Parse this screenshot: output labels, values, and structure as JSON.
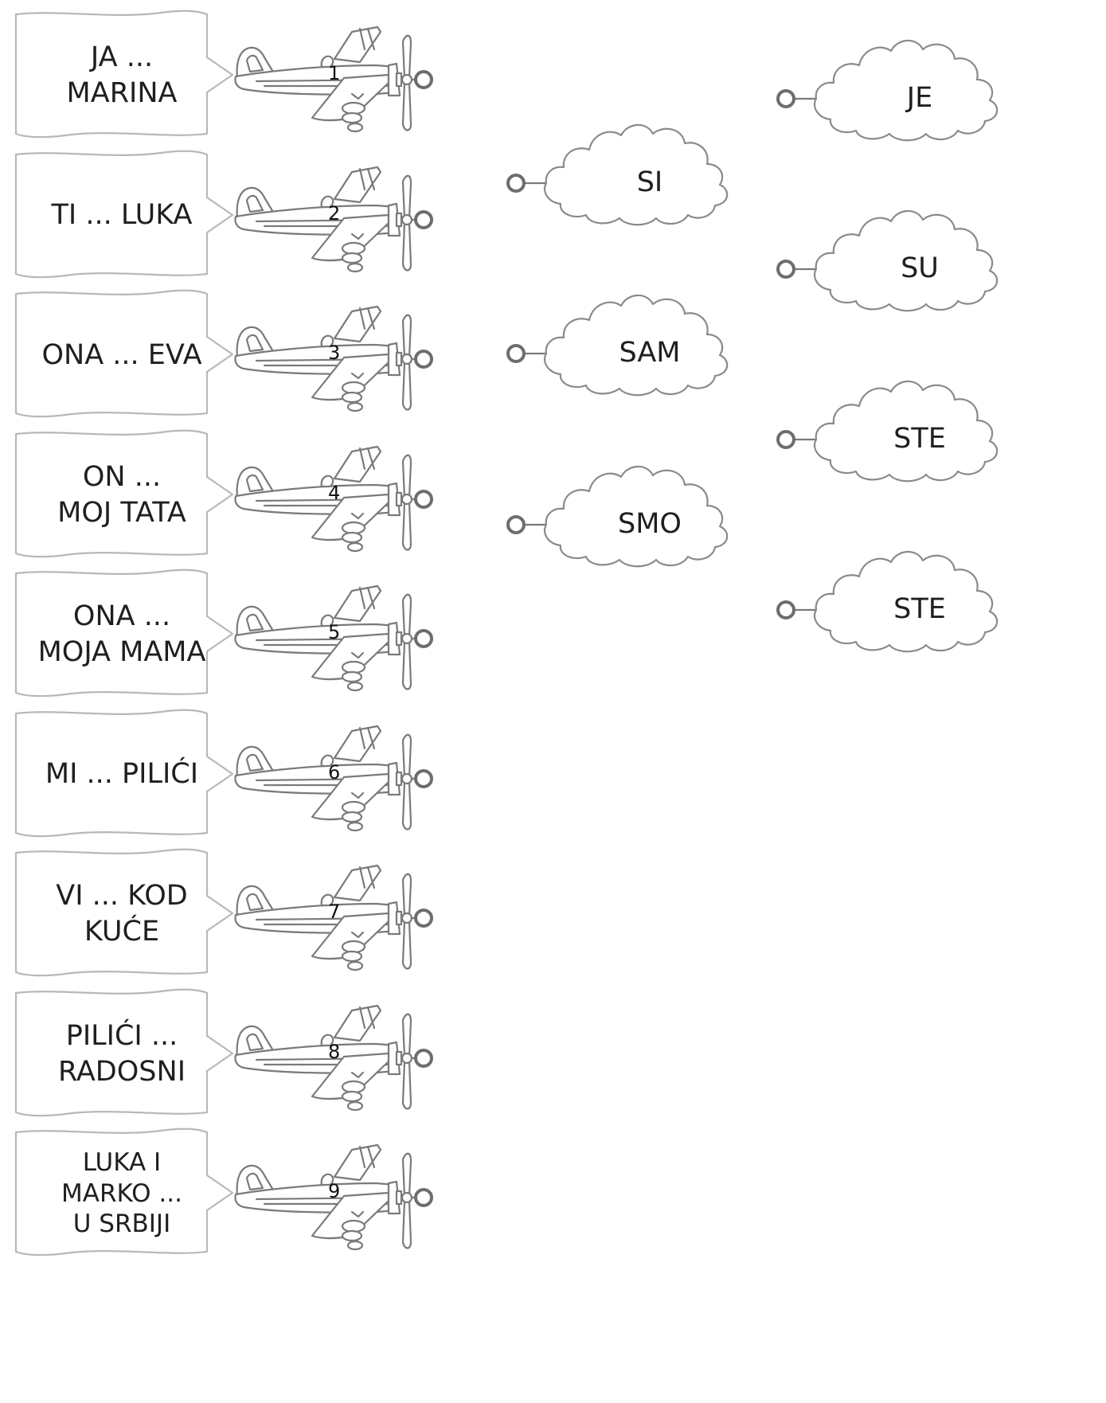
{
  "planes": [
    {
      "number": "1",
      "text": "JA ...\nMARINA"
    },
    {
      "number": "2",
      "text": "TI ... LUKA"
    },
    {
      "number": "3",
      "text": "ONA ... EVA"
    },
    {
      "number": "4",
      "text": "ON ...\nMOJ TATA"
    },
    {
      "number": "5",
      "text": "ONA ...\nMOJA MAMA"
    },
    {
      "number": "6",
      "text": "MI ... PILIĆI"
    },
    {
      "number": "7",
      "text": "VI ... KOD\nKUĆE"
    },
    {
      "number": "8",
      "text": "PILIĆI ...\nRADOSNI"
    },
    {
      "number": "9",
      "text": "LUKA I\nMARKO ...\nU SRBIJI"
    }
  ],
  "clouds": [
    {
      "label": "SI"
    },
    {
      "label": "SAM"
    },
    {
      "label": "SMO"
    },
    {
      "label": "JE"
    },
    {
      "label": "SU"
    },
    {
      "label": "STE"
    },
    {
      "label": "STE"
    }
  ],
  "colors": {
    "outline": "#b5b5b5",
    "plane_stroke": "#7a7a7a",
    "handle": "#6d6d6d",
    "text": "#1f1f1f"
  },
  "icons": {
    "plane": "biplane-icon",
    "cloud": "cloud-icon",
    "handle": "connector-dot-icon"
  }
}
